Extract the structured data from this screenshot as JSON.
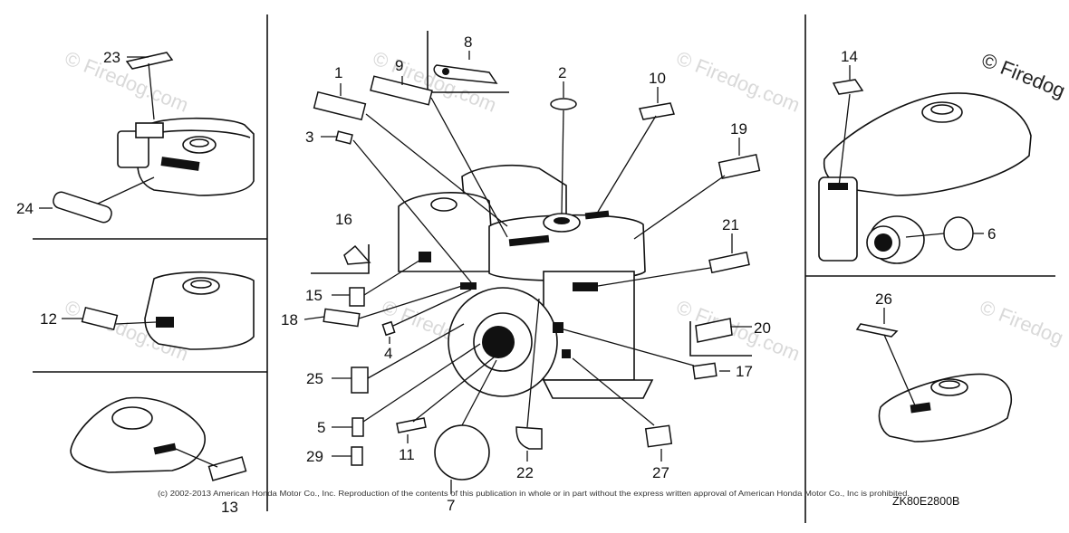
{
  "diagram": {
    "callouts": {
      "c1": "1",
      "c2": "2",
      "c3": "3",
      "c4": "4",
      "c5": "5",
      "c6": "6",
      "c7": "7",
      "c8": "8",
      "c9": "9",
      "c10": "10",
      "c11": "11",
      "c12": "12",
      "c13": "13",
      "c14": "14",
      "c15": "15",
      "c16": "16",
      "c17": "17",
      "c18": "18",
      "c19": "19",
      "c20": "20",
      "c21": "21",
      "c22": "22",
      "c23": "23",
      "c24": "24",
      "c25": "25",
      "c26": "26",
      "c27": "27",
      "c29": "29"
    },
    "watermark": "© Firedog.com",
    "watermark_partial": "© Firedog",
    "copyright": "(c) 2002-2013 American Honda Motor Co., Inc. Reproduction of the contents of this publication in whole or in part without the express written approval of American Honda Motor Co., Inc is prohibited.",
    "drawing_code": "ZK80E2800B"
  }
}
